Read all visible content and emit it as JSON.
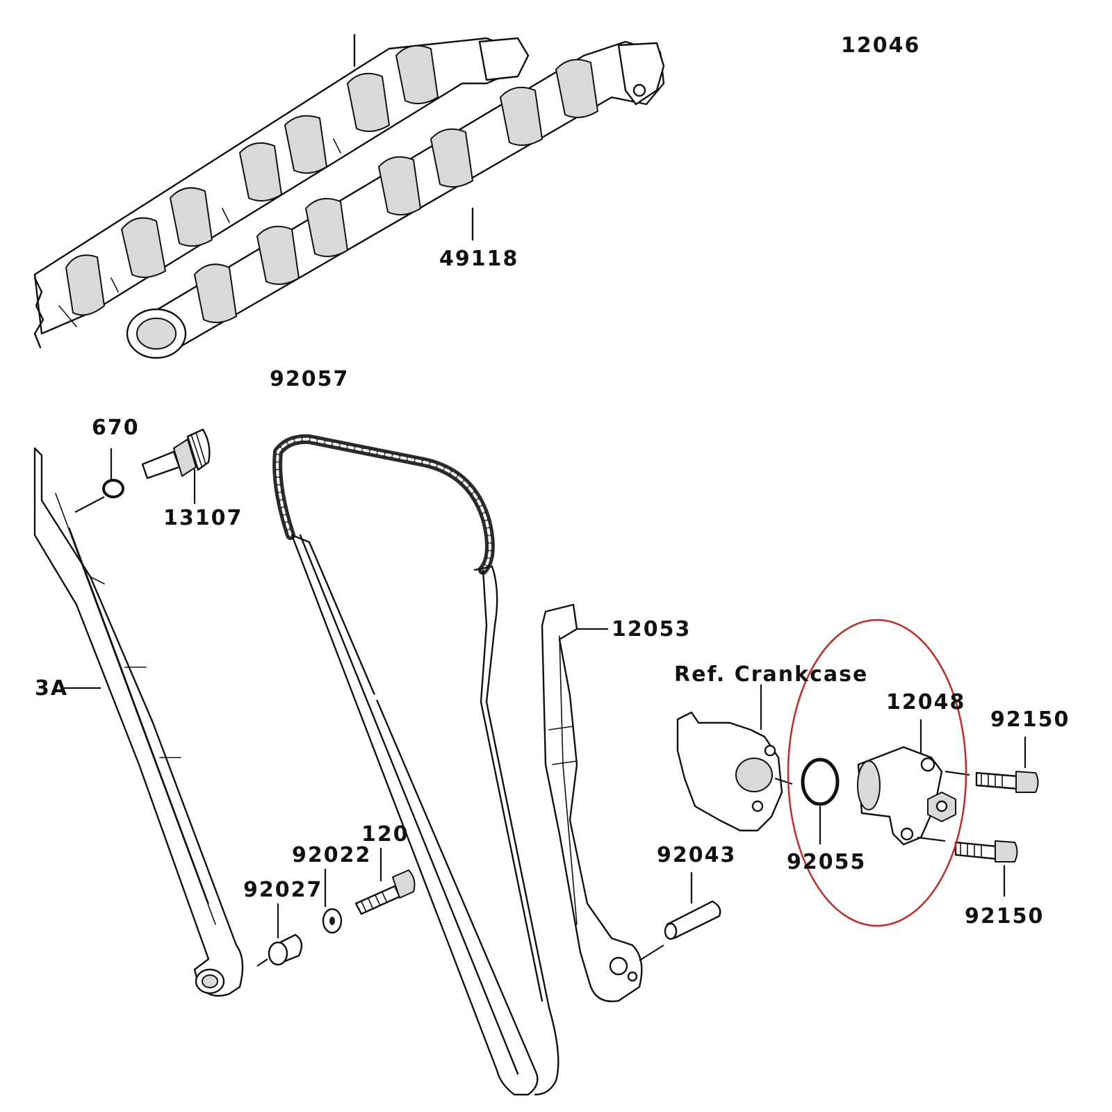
{
  "labels": {
    "p12046": "12046",
    "p49118": "49118",
    "p92057": "92057",
    "p670": "670",
    "p13107": "13107",
    "p12053": "12053",
    "ref_crankcase": "Ref. Crankcase",
    "p3a": "3A",
    "p12048": "12048",
    "p92150_top": "92150",
    "p92150_bottom": "92150",
    "p92055": "92055",
    "p92043": "92043",
    "p120": "120",
    "p92022": "92022",
    "p92027": "92027"
  },
  "colors": {
    "line": "#111111",
    "highlight_ellipse": "#c62828",
    "background": "#ffffff"
  }
}
